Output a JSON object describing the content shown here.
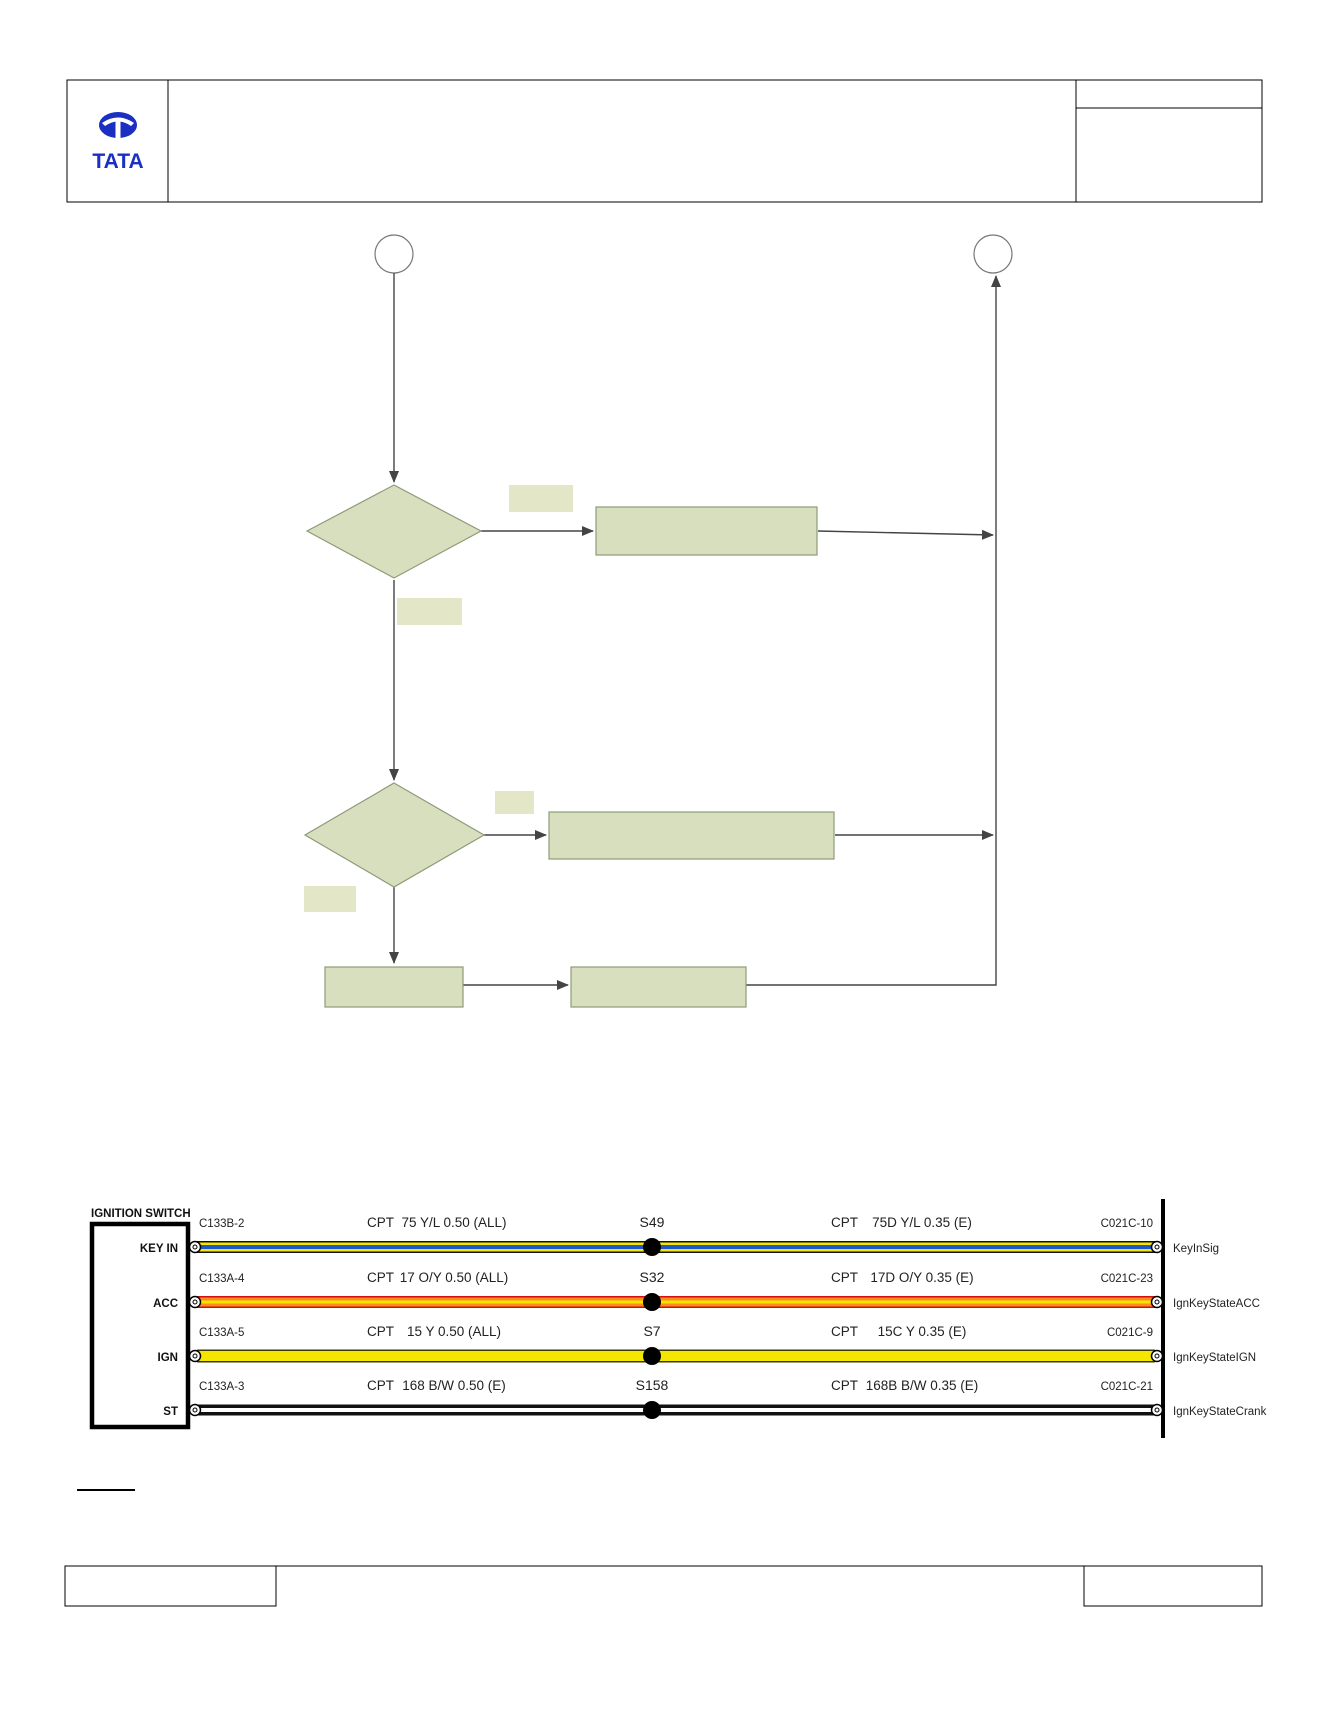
{
  "header": {
    "logo_text": "TATA",
    "title": "",
    "ref_top": "",
    "ref_bottom": ""
  },
  "flowchart": {
    "start_connector": "",
    "end_connector": "",
    "decision1": {
      "text": "",
      "yes_label": "",
      "no_label": ""
    },
    "decision2": {
      "text": "",
      "yes_label": "",
      "no_label": ""
    },
    "action1": "",
    "action2": "",
    "action3": "",
    "action4": "",
    "colors": {
      "shape_fill": "#d8dfbe",
      "shape_stroke": "#8e9a78",
      "label_fill": "#e3e7c8",
      "line": "#444444"
    }
  },
  "wiring": {
    "component": "IGNITION SWITCH",
    "colors": {
      "yellow": "#f5e600",
      "blue": "#1f57c8",
      "orange": "#ff8a1e",
      "red": "#d01010",
      "black": "#111111"
    },
    "circuits": [
      {
        "pin": "KEY IN",
        "left_connector": "C133B-2",
        "cpt_left": "CPT",
        "wire_left": "75 Y/L 0.50 (ALL)",
        "splice": "S49",
        "cpt_right": "CPT",
        "wire_right": "75D Y/L 0.35 (E)",
        "right_connector": "C021C-10",
        "signal": "KeyInSig",
        "style": "yellow-blue"
      },
      {
        "pin": "ACC",
        "left_connector": "C133A-4",
        "cpt_left": "CPT",
        "wire_left": "17 O/Y 0.50 (ALL)",
        "splice": "S32",
        "cpt_right": "CPT",
        "wire_right": "17D O/Y 0.35 (E)",
        "right_connector": "C021C-23",
        "signal": "IgnKeyStateACC",
        "style": "orange-yellow"
      },
      {
        "pin": "IGN",
        "left_connector": "C133A-5",
        "cpt_left": "CPT",
        "wire_left": "15 Y 0.50 (ALL)",
        "splice": "S7",
        "cpt_right": "CPT",
        "wire_right": "15C Y 0.35 (E)",
        "right_connector": "C021C-9",
        "signal": "IgnKeyStateIGN",
        "style": "yellow"
      },
      {
        "pin": "ST",
        "left_connector": "C133A-3",
        "cpt_left": "CPT",
        "wire_left": "168 B/W 0.50 (E)",
        "splice": "S158",
        "cpt_right": "CPT",
        "wire_right": "168B B/W 0.35 (E)",
        "right_connector": "C021C-21",
        "signal": "IgnKeyStateCrank",
        "style": "black-white"
      }
    ]
  },
  "footer": {
    "left_box": "",
    "center": "",
    "right_box": ""
  }
}
